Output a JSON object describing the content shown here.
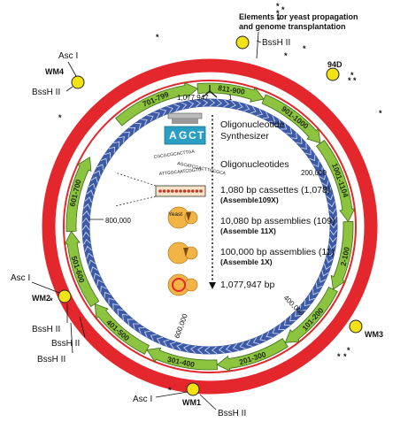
{
  "header": {
    "title_line1": "Elements for yeast propagation",
    "title_line2": "and genome transplantation"
  },
  "origin": {
    "position": "1,077,947",
    "start": "1"
  },
  "watermarks": [
    {
      "id": "WM1",
      "label": "WM1"
    },
    {
      "id": "WM2",
      "label": "WM2"
    },
    {
      "id": "WM3",
      "label": "WM3"
    },
    {
      "id": "WM4",
      "label": "WM4"
    },
    {
      "id": "94D",
      "label": "94D"
    }
  ],
  "sites": {
    "asc": "Asc I",
    "bss": "BssH II"
  },
  "segments": [
    "701-799",
    "811-900",
    "901-1000",
    "1001-1104",
    "2-100",
    "101-200",
    "201-300",
    "301-400",
    "401-500",
    "501-600",
    "601-700"
  ],
  "positions": [
    "200,000",
    "400,000",
    "600,000",
    "800,000"
  ],
  "steps": [
    {
      "label": "Oligonucleotide",
      "label2": "Synthesizer",
      "sub": ""
    },
    {
      "label": "Oligonucleotides",
      "label2": "",
      "sub": ""
    },
    {
      "label": "1,080 bp cassettes (1,078)",
      "label2": "",
      "sub": "(Assemble109X)"
    },
    {
      "label": "10,080 bp assemblies (109)",
      "label2": "",
      "sub": "(Assemble 11X)"
    },
    {
      "label": "100,000 bp assemblies (11)",
      "label2": "",
      "sub": "(Assemble 1X)"
    },
    {
      "label": "1,077,947 bp",
      "label2": "",
      "sub": ""
    }
  ],
  "synth_letters": [
    "A",
    "G",
    "C",
    "T"
  ],
  "oligo_text": [
    "CGCGCGCACTTGA",
    "AGCATCGACTTGCGCA",
    "ATTGGCAATCGGTG"
  ],
  "yeast_label": "Yeast",
  "colors": {
    "outer_ring": "#e3272d",
    "green_arrow": "#8cc43f",
    "yellow": "#f5e214",
    "blue_ring": "#3d5aa6",
    "yeast": "#f3b446"
  }
}
